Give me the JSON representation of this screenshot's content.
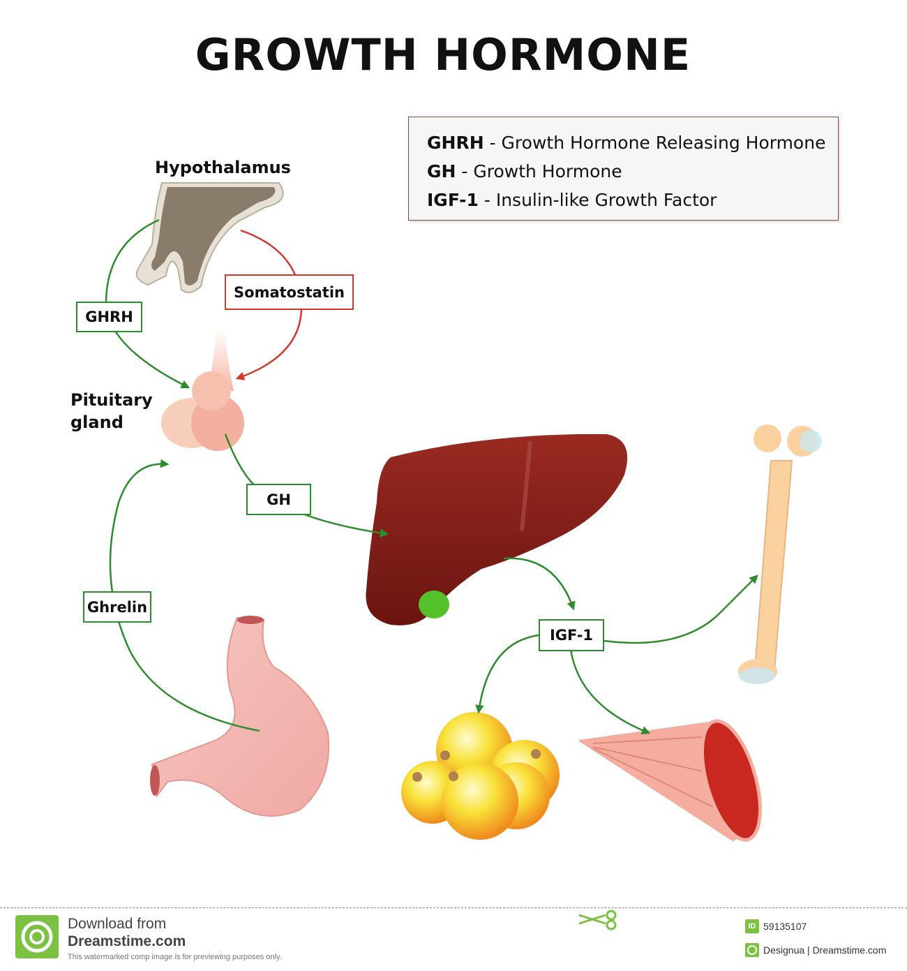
{
  "title": "GROWTH HORMONE",
  "legend": [
    {
      "abbr": "GHRH",
      "text": "- Growth Hormone Releasing Hormone"
    },
    {
      "abbr": "GH",
      "text": "- Growth Hormone"
    },
    {
      "abbr": "IGF-1",
      "text": "- Insulin-like Growth Factor"
    }
  ],
  "organs": {
    "hypothalamus": "Hypothalamus",
    "pituitary_line1": "Pituitary",
    "pituitary_line2": "gland"
  },
  "hormones": {
    "ghrh": "GHRH",
    "somatostatin": "Somatostatin",
    "gh": "GH",
    "ghrelin": "Ghrelin",
    "igf1": "IGF-1"
  },
  "colors": {
    "stimulate": "#2e8b2e",
    "inhibit": "#d9352f"
  },
  "footer": {
    "download_line1": "Download from",
    "download_line2": "Dreamstime.com",
    "notice": "This watermarked comp image is for previewing purposes only.",
    "id_badge": "ID",
    "image_id": "59135107",
    "credit": "Designua | Dreamstime.com"
  }
}
